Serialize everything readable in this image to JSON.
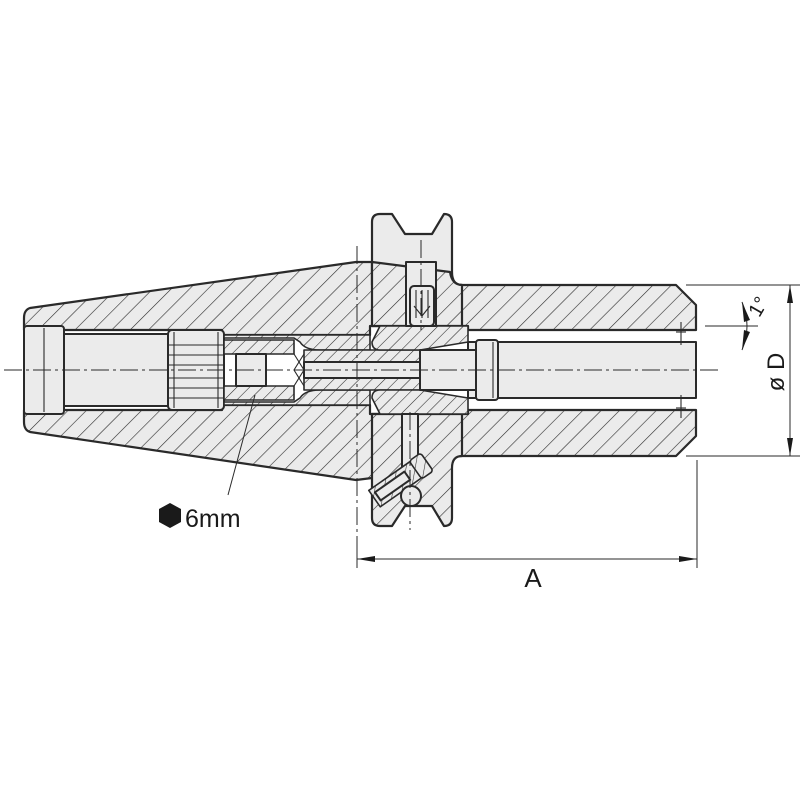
{
  "drawing": {
    "type": "cross-section technical drawing",
    "subject": "tool holder with taper shank, flange and clamping bore",
    "colors": {
      "line": "#2a2a2a",
      "section_fill": "#ebebeb",
      "background": "#ffffff"
    }
  },
  "annotations": {
    "hex_key_size": "6mm",
    "hex_icon": "hexagon-filled-icon",
    "dimension_length": "A",
    "dimension_diameter": "ø D",
    "taper_angle": "1°"
  }
}
